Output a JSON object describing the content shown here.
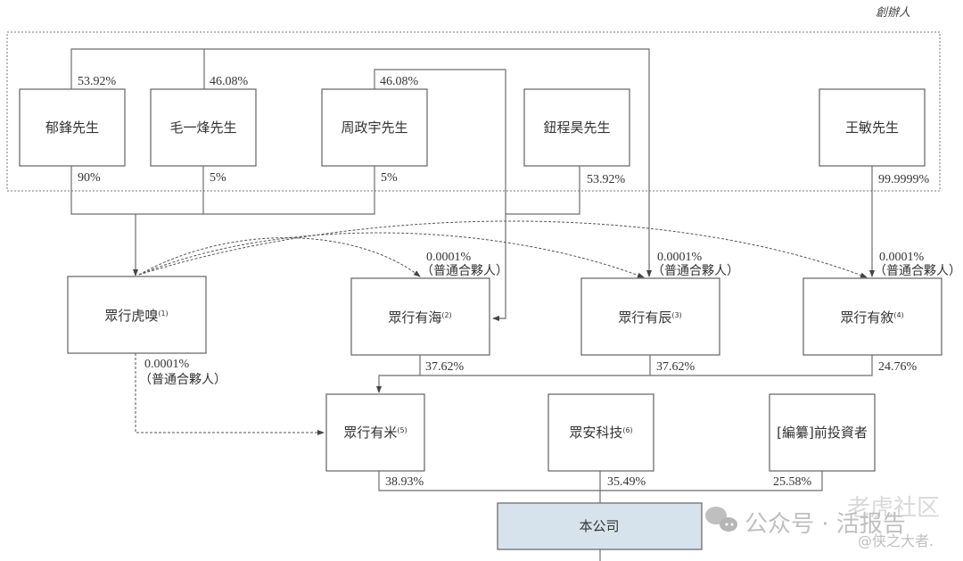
{
  "group_label": "創辦人",
  "founders": [
    {
      "name": "郁鋒先生"
    },
    {
      "name": "毛一烽先生"
    },
    {
      "name": "周政宇先生"
    },
    {
      "name": "鈕程昊先生"
    },
    {
      "name": "王敏先生"
    }
  ],
  "partnerships": [
    {
      "name": "眾行虎嗅",
      "note": "(1)"
    },
    {
      "name": "眾行有海",
      "note": "(2)"
    },
    {
      "name": "眾行有辰",
      "note": "(3)"
    },
    {
      "name": "眾行有敘",
      "note": "(4)"
    }
  ],
  "holders": [
    {
      "name": "眾行有米",
      "note": "(5)"
    },
    {
      "name": "眾安科技",
      "note": "(6)"
    },
    {
      "name": "[編纂]前投資者",
      "note": ""
    }
  ],
  "company": {
    "name": "本公司"
  },
  "edges": {
    "yufeng_top": "53.92%",
    "mao_top": "46.08%",
    "zhou_top": "46.08%",
    "yufeng_to_huxiu": "90%",
    "mao_to_huxiu": "5%",
    "zhou_to_huxiu": "5%",
    "niu_to_youchen": "53.92%",
    "wang_to_youxu": "99.9999%",
    "gp_pct": "0.0001%",
    "gp_label": "（普通合夥人）",
    "youhai_to_youmi": "37.62%",
    "youchen_to_youmi": "37.62%",
    "youxu_to_youmi": "24.76%",
    "youmi_to_company": "38.93%",
    "zhongan_to_company": "35.49%",
    "preipo_to_company": "25.58%"
  },
  "watermark": {
    "line1": "公众号 · 活报告",
    "line2": "老虎社区",
    "line3": "@侠之大者."
  }
}
